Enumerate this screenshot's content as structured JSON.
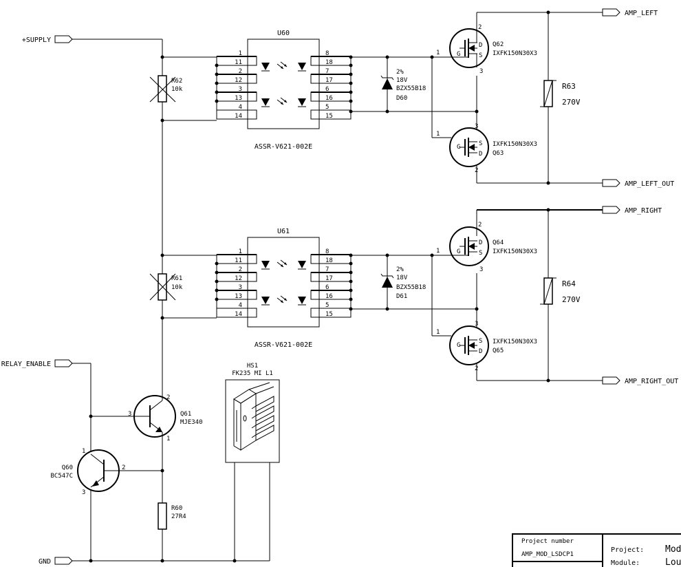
{
  "ports": {
    "supply": "+SUPPLY",
    "relay_enable": "RELAY_ENABLE",
    "gnd": "GND",
    "amp_left": "AMP_LEFT",
    "amp_left_out": "AMP_LEFT_OUT",
    "amp_right": "AMP_RIGHT",
    "amp_right_out": "AMP_RIGHT_OUT"
  },
  "relays": [
    {
      "ref": "U60",
      "part": "ASSR-V621-002E",
      "left_pins": [
        "1",
        "11",
        "2",
        "12",
        "3",
        "13",
        "4",
        "14"
      ],
      "right_pins": [
        "8",
        "18",
        "7",
        "17",
        "6",
        "16",
        "5",
        "15"
      ]
    },
    {
      "ref": "U61",
      "part": "ASSR-V621-002E",
      "left_pins": [
        "1",
        "11",
        "2",
        "12",
        "3",
        "13",
        "4",
        "14"
      ],
      "right_pins": [
        "8",
        "18",
        "7",
        "17",
        "6",
        "16",
        "5",
        "15"
      ]
    }
  ],
  "resistors": {
    "r62": {
      "ref": "R62",
      "value": "10k"
    },
    "r61": {
      "ref": "R61",
      "value": "10k"
    },
    "r60": {
      "ref": "R60",
      "value": "27R4"
    }
  },
  "varistors": {
    "r63": {
      "ref": "R63",
      "value": "270V"
    },
    "r64": {
      "ref": "R64",
      "value": "270V"
    }
  },
  "zeners": {
    "d60": {
      "tol": "2%",
      "volt": "18V",
      "part": "BZX55B18",
      "ref": "D60"
    },
    "d61": {
      "tol": "2%",
      "volt": "18V",
      "part": "BZX55B18",
      "ref": "D61"
    }
  },
  "mosfets": {
    "q62": {
      "ref": "Q62",
      "part": "IXFK150N30X3"
    },
    "q63": {
      "ref": "Q63",
      "part": "IXFK150N30X3"
    },
    "q64": {
      "ref": "Q64",
      "part": "IXFK150N30X3"
    },
    "q65": {
      "ref": "Q65",
      "part": "IXFK150N30X3"
    }
  },
  "fet_letters": {
    "g": "G",
    "d": "D",
    "s": "S"
  },
  "pin_numbers": {
    "one": "1",
    "two": "2",
    "three": "3"
  },
  "transistors": {
    "q61": {
      "ref": "Q61",
      "part": "MJE340"
    },
    "q60": {
      "ref": "Q60",
      "part": "BC547C"
    }
  },
  "heatsink": {
    "ref": "HS1",
    "part": "FK235 MI L1"
  },
  "title_block": {
    "project_number_label": "Project number",
    "project_number": "AMP_MOD_LSDCP1",
    "project_label": "Project:",
    "project_value": "Mod",
    "module_label": "Module:",
    "module_value": "Lou"
  }
}
